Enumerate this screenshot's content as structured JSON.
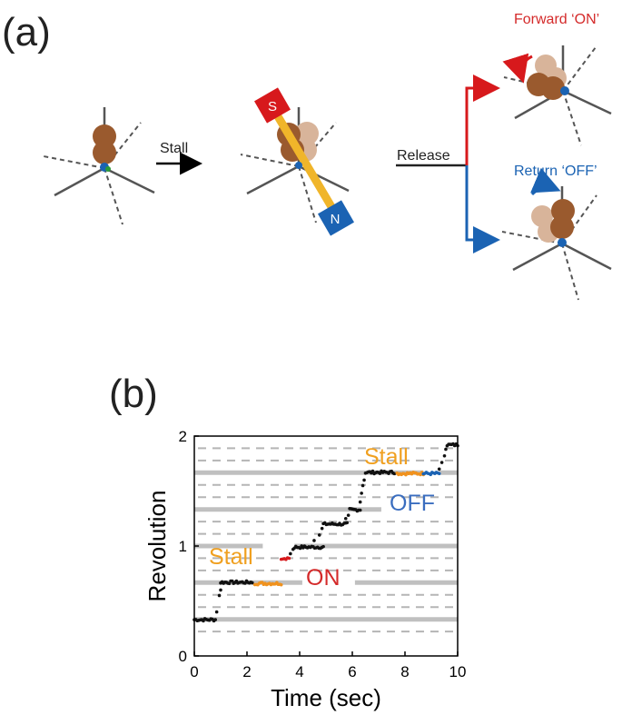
{
  "panel_a": {
    "label": "(a)",
    "stall_label": "Stall",
    "release_label": "Release",
    "forward_label": "Forward ‘ON’",
    "return_label": "Return ‘OFF’",
    "magnet_s": "S",
    "magnet_n": "N"
  },
  "panel_b": {
    "label": "(b)",
    "ylabel": "Revolution",
    "xlabel": "Time (sec)",
    "annotations": {
      "stall_low": "Stall",
      "on": "ON",
      "stall_high": "Stall",
      "off": "OFF"
    }
  },
  "colors": {
    "brown": "#9a5a2e",
    "brown_light": "#d8b49a",
    "red": "#d7191c",
    "blue": "#1b63b3",
    "orange": "#f0921e",
    "yellow": "#f0b52a",
    "gray": "#555555",
    "stall_text": "#f0a020",
    "on_text": "#d42a2a",
    "off_text": "#3a6dbf"
  },
  "chart_data": {
    "type": "scatter",
    "xlim": [
      0,
      10
    ],
    "ylim": [
      0,
      2
    ],
    "xticks": [
      0,
      2,
      4,
      6,
      8,
      10
    ],
    "yticks": [
      0,
      1,
      2
    ],
    "solid_gridlines": [
      0.333,
      0.667,
      1.0,
      1.333,
      1.667
    ],
    "dashed_gridlines": [
      0.222,
      0.444,
      0.556,
      0.778,
      0.889,
      1.111,
      1.222,
      1.444,
      1.556,
      1.778,
      1.889
    ],
    "series": [
      {
        "color": "black",
        "segments": [
          {
            "x": [
              0,
              0.8
            ],
            "y": 0.33
          },
          {
            "x": [
              1.0,
              2.2
            ],
            "y": 0.67
          },
          {
            "x": [
              3.8,
              4.9
            ],
            "y": 0.99
          },
          {
            "x": [
              4.9,
              5.8
            ],
            "y": 1.2
          },
          {
            "x": [
              5.9,
              6.3
            ],
            "y": 1.33
          },
          {
            "x": [
              6.5,
              7.6
            ],
            "y": 1.67
          },
          {
            "x": [
              9.6,
              10.0
            ],
            "y": 1.92
          }
        ]
      },
      {
        "color": "orange",
        "segments": [
          {
            "x": [
              2.3,
              3.3
            ],
            "y": 0.66
          },
          {
            "x": [
              7.7,
              8.7
            ],
            "y": 1.66
          }
        ]
      },
      {
        "color": "red",
        "segments": [
          {
            "x": [
              3.3,
              3.6
            ],
            "y": 0.89
          }
        ]
      },
      {
        "color": "blue",
        "segments": [
          {
            "x": [
              8.7,
              9.3
            ],
            "y": 1.66
          }
        ]
      }
    ]
  }
}
